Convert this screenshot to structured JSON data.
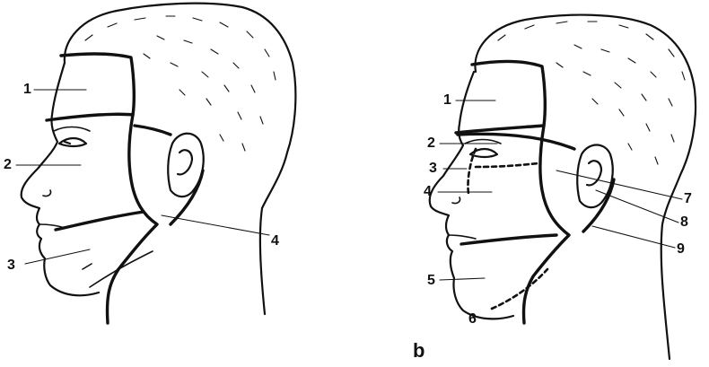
{
  "figure_left": {
    "labels": [
      "1",
      "2",
      "3",
      "4"
    ]
  },
  "figure_right": {
    "panel_letter": "b",
    "labels": [
      "1",
      "2",
      "3",
      "4",
      "5",
      "6",
      "7",
      "8",
      "9"
    ]
  }
}
